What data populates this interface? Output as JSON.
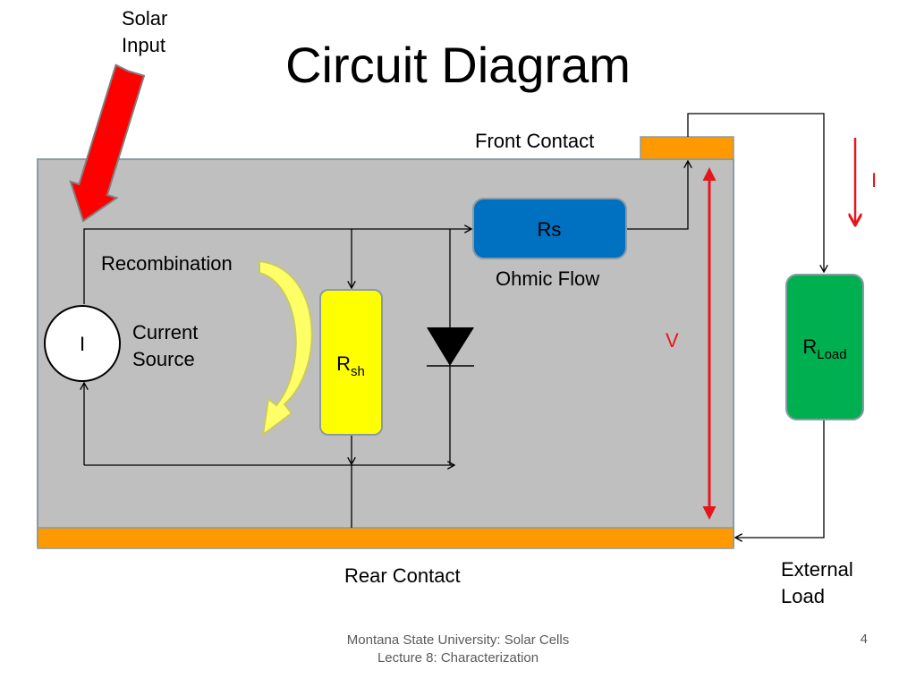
{
  "title": "Circuit Diagram",
  "labels": {
    "solar_input_line1": "Solar",
    "solar_input_line2": "Input",
    "front_contact": "Front Contact",
    "rear_contact": "Rear Contact",
    "recombination": "Recombination",
    "current_source_line1": "Current",
    "current_source_line2": "Source",
    "ohmic_flow": "Ohmic Flow",
    "external_load_line1": "External",
    "external_load_line2": "Load",
    "current_symbol": "I",
    "voltage_symbol": "V",
    "source_symbol": "I"
  },
  "components": {
    "series_resistor": "Rs",
    "shunt_resistor_main": "R",
    "shunt_resistor_sub": "sh",
    "load_resistor_main": "R",
    "load_resistor_sub": "Load"
  },
  "colors": {
    "cell_body": "#bfbfbf",
    "cell_border": "#8a9aa6",
    "contact": "#ff9900",
    "series_resistor": "#0070c0",
    "shunt_resistor": "#ffff00",
    "load_resistor": "#00b050",
    "solar_arrow": "#ff0000",
    "measure_red": "#e8141b",
    "recombination_arrow": "#ffff66"
  },
  "footer": {
    "line1": "Montana State University: Solar Cells",
    "line2": "Lecture 8: Characterization",
    "page": "4"
  }
}
